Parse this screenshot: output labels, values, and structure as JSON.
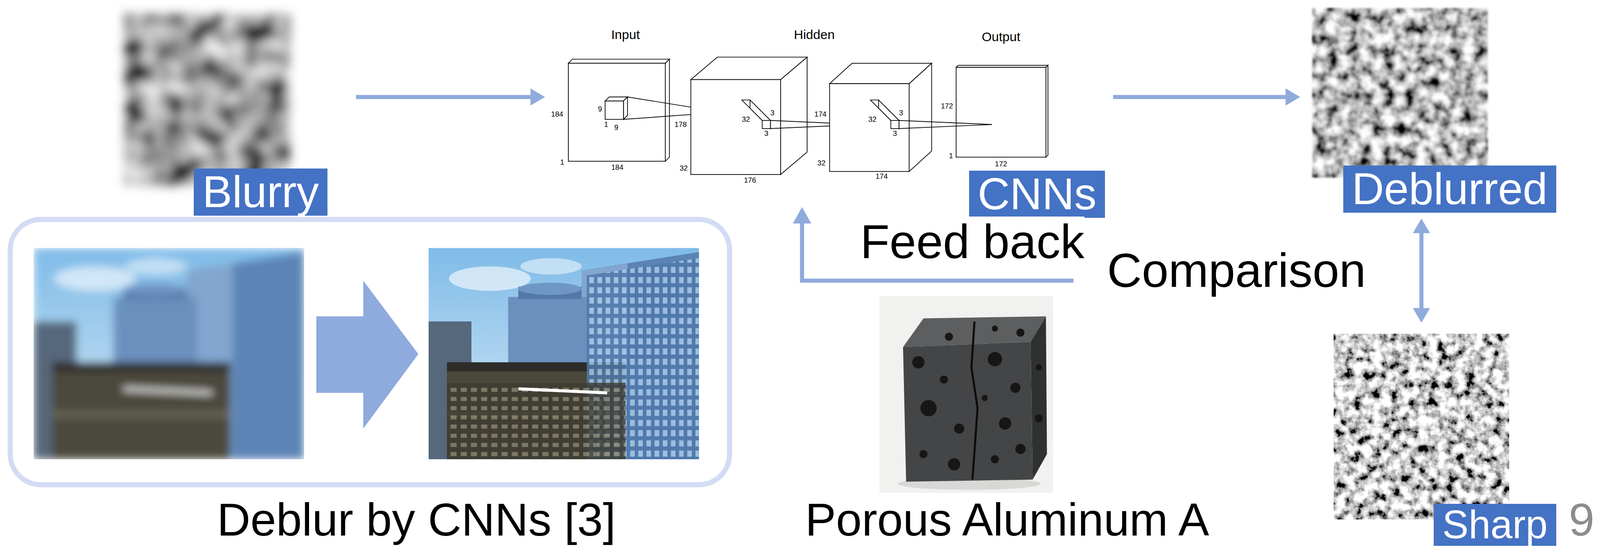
{
  "diagram": {
    "nodes": [
      {
        "text": [
          "Blurry"
        ]
      },
      {
        "text": [
          "CNNs"
        ]
      },
      {
        "text": [
          "Deblurred"
        ]
      },
      {
        "text": [
          "Sharp"
        ]
      }
    ],
    "edges": [
      {
        "from": 0,
        "to": 1,
        "arrow": "to"
      },
      {
        "from": 1,
        "to": 2,
        "arrow": "to"
      },
      {
        "from": 2,
        "to": 3,
        "arrow": "both"
      }
    ],
    "labels": [
      "Input",
      "Hidden",
      "Output",
      "184",
      "9",
      "1",
      "9",
      "178",
      "1",
      "184",
      "32",
      "3",
      "3",
      "176",
      "32",
      "174",
      "32",
      "3",
      "3",
      "174",
      "32",
      "172",
      "1",
      "172",
      "Feed back",
      "Comparison",
      "Deblur by CNNs [3]",
      "Porous Aluminum A",
      "9"
    ]
  }
}
